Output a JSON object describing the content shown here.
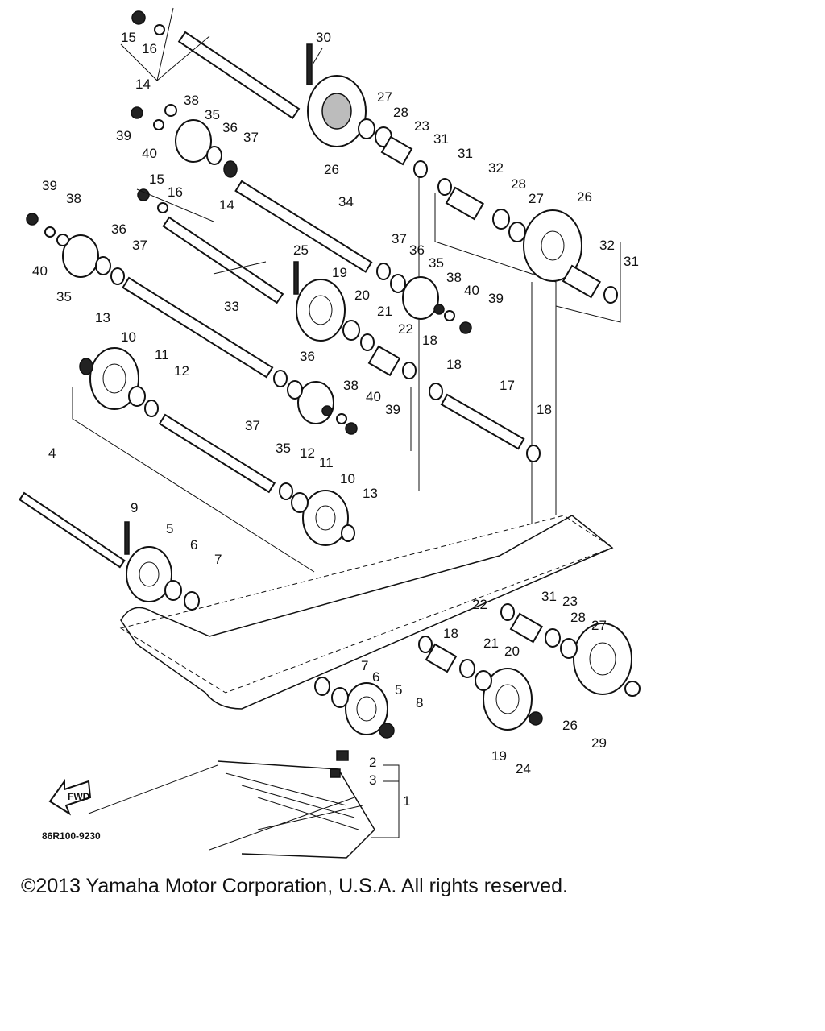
{
  "diagram": {
    "part_code": "86R100-9230",
    "direction_label": "FWD",
    "callouts": [
      "1",
      "2",
      "3",
      "4",
      "5",
      "6",
      "7",
      "8",
      "9",
      "10",
      "11",
      "12",
      "13",
      "14",
      "15",
      "16",
      "17",
      "18",
      "19",
      "20",
      "21",
      "22",
      "23",
      "24",
      "25",
      "26",
      "27",
      "28",
      "29",
      "30",
      "31",
      "32",
      "33",
      "34",
      "35",
      "36",
      "37",
      "38",
      "39",
      "40"
    ]
  },
  "footer": {
    "copyright": "©2013 Yamaha Motor Corporation, U.S.A. All rights reserved."
  }
}
